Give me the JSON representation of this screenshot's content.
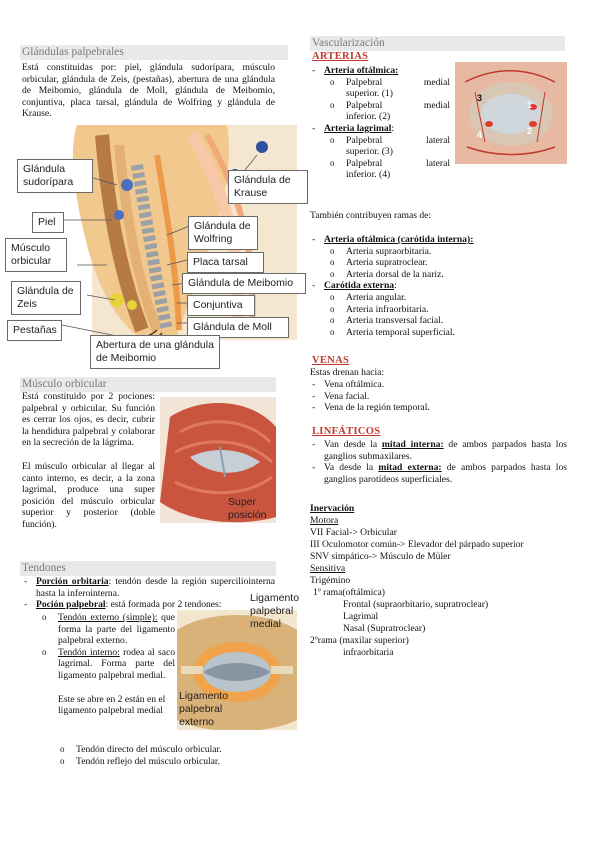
{
  "glandulas": {
    "heading": "Glándulas palpebrales",
    "body": "Está constituidas por: piel, glándula sudorípara, músculo orbicular, glándula de Zeis, (pestañas), abertura de una glándula de Meibomio, glándula de Moll, glándula de Meibomio, conjuntiva, placa tarsal, glándula de Wolfring y glándula de Krause.",
    "labels": {
      "sudoripara": "Glándula sudorípara",
      "piel": "Piel",
      "musculo": "Músculo orbicular",
      "zeis": "Glándula de Zeis",
      "pestanas": "Pestañas",
      "krause": "Glándula de Krause",
      "wolfring": "Glándula de Wolfring",
      "placa": "Placa tarsal",
      "meibomio": "Glándula de Meibomio",
      "conjuntiva": "Conjuntiva",
      "moll": "Glándula de Moll",
      "abertura": "Abertura de una glándula de Meibomio"
    }
  },
  "musculo": {
    "heading": "Músculo orbicular",
    "body1": "Está constituido por 2 pociones: palpebral y orbicular. Su función es cerrar los ojos, es decir, cubrir la hendidura palpebral y colaborar en la secreción de la lágrima.",
    "body2": "El músculo orbicular al llegar al canto interno, es decir, a la zona lagrimal, produce una super posición del músculo orbicular superior y posterior (doble función).",
    "overlay": "Super posición"
  },
  "tendones": {
    "heading": "Tendones",
    "item1_label": "Porción orbitaria",
    "item1_text": ": tendón desde la región superciliointerna hasta la inferointerna.",
    "item2_label": "Poción palpebral",
    "item2_text": ": está formada por 2 tendones:",
    "sub1_label": "Tendón externo (simple):",
    "sub1_text": "que forma la parte del ligamento palpebral externo.",
    "sub2_label": "Tendón interno:",
    "sub2_text": "rodea al saco lagrimal. Forma parte del ligamento palpebral medial.",
    "note": "Este se abre en 2 están en el ligamento palpebral medial",
    "sub3": "Tendón directo del músculo orbicular.",
    "sub4": "Tendón reflejo del músculo orbicular.",
    "overlay_medial": "Ligamento palpebral medial",
    "overlay_externo": "Ligamento palpebral externo"
  },
  "vasc": {
    "heading": "Vascularización",
    "arterias_head": "ARTERIAS",
    "oftalmica": "Arteria oftálmica:",
    "pal_med_sup_a": "Palpebral",
    "pal_med_sup_b": "medial",
    "pal_med_sup_c": "superior. (1)",
    "pal_med_inf_a": "Palpebral",
    "pal_med_inf_b": "medial",
    "pal_med_inf_c": "inferior. (2)",
    "lagrimal": "Arteria lagrimal",
    "pal_lat_sup_a": "Palpebral",
    "pal_lat_sup_b": "lateral",
    "pal_lat_sup_c": "superior. (3)",
    "pal_lat_inf_a": "Palpebral",
    "pal_lat_inf_b": "lateral",
    "pal_lat_inf_c": "inferior. (4)",
    "tambien": "También contribuyen ramas de:",
    "oft_car": "Arteria oftálmica (carótida interna):",
    "oft_items": [
      "Arteria supraorbitaria.",
      "Arteria supratroclear.",
      "Arteria dorsal de la nariz."
    ],
    "car_ext": "Carótida externa",
    "car_items": [
      "Arteria angular.",
      "Arteria infraorbitaria.",
      "Arteria transversal facial.",
      "Arteria temporal superficial."
    ],
    "img_nums": [
      "3",
      "1",
      "4",
      "2"
    ]
  },
  "venas": {
    "heading": "VENAS",
    "intro": "Estas drenan hacia:",
    "items": [
      "Vena oftálmica.",
      "Vena facial.",
      "Vena de la región temporal."
    ]
  },
  "linfaticos": {
    "heading": "LINFÁTICOS",
    "item1_a": "Van desde la ",
    "item1_b": "mitad interna:",
    "item1_c": " de ambos parpados hasta los ganglios submaxilares.",
    "item2_a": "Va desde la ",
    "item2_b": "mitad externa:",
    "item2_c": " de ambos parpados hasta los ganglios parotídeos superficiales."
  },
  "inervacion": {
    "heading": "Inervación",
    "motora": "Motora",
    "m1": "VII Facial-> Orbicular",
    "m2": "III Oculomotor común-> Elevador del párpado superior",
    "m3": "SNV simpático-> Músculo de Müler",
    "sensitiva": "Sensitiva",
    "trig": "Trigémino",
    "r1": "1º rama(oftálmica)",
    "r1a": "Frontal (supraorbitario, supratroclear)",
    "r1b": "Lagrimal",
    "r1c": "Nasal (Supratroclear)",
    "r2": "2ºrama (maxilar superior)",
    "r2a": "infraorbitaria"
  },
  "colors": {
    "accent_red": "#c0392b",
    "heading_gray": "#7b7b7b",
    "heading_bg": "#e9e9ea"
  }
}
